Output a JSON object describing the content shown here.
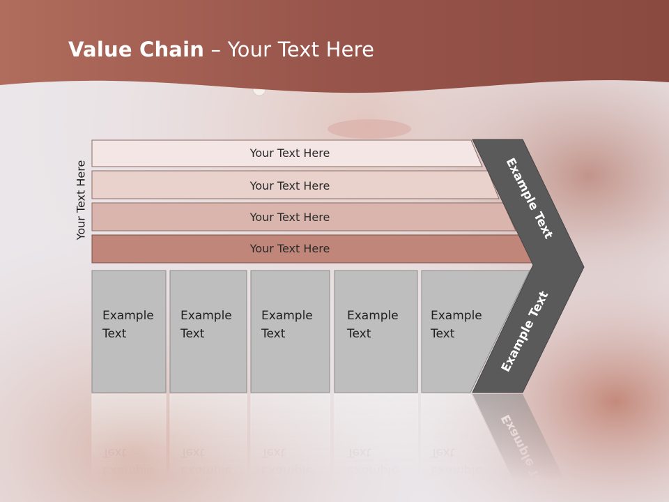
{
  "slide": {
    "title_bold": "Value Chain",
    "title_rest": " – Your Text Here",
    "side_label": "Your Text Here"
  },
  "bars": [
    {
      "label": "Your Text Here",
      "fill": "#f3e6e4"
    },
    {
      "label": "Your Text Here",
      "fill": "#e9d1cc"
    },
    {
      "label": "Your Text Here",
      "fill": "#dab5ad"
    },
    {
      "label": "Your Text Here",
      "fill": "#c08679"
    }
  ],
  "boxes": [
    {
      "line1": "Example",
      "line2": "Text"
    },
    {
      "line1": "Example",
      "line2": "Text"
    },
    {
      "line1": "Example",
      "line2": "Text"
    },
    {
      "line1": "Example",
      "line2": "Text"
    },
    {
      "line1": "Example",
      "line2": "Text"
    }
  ],
  "chevron": {
    "upper_label": "Example Text",
    "lower_label": "Example Text"
  },
  "colors": {
    "banner": "#a05e50",
    "box_fill": "#bebebe",
    "chevron_fill": "#5a5a5a"
  }
}
